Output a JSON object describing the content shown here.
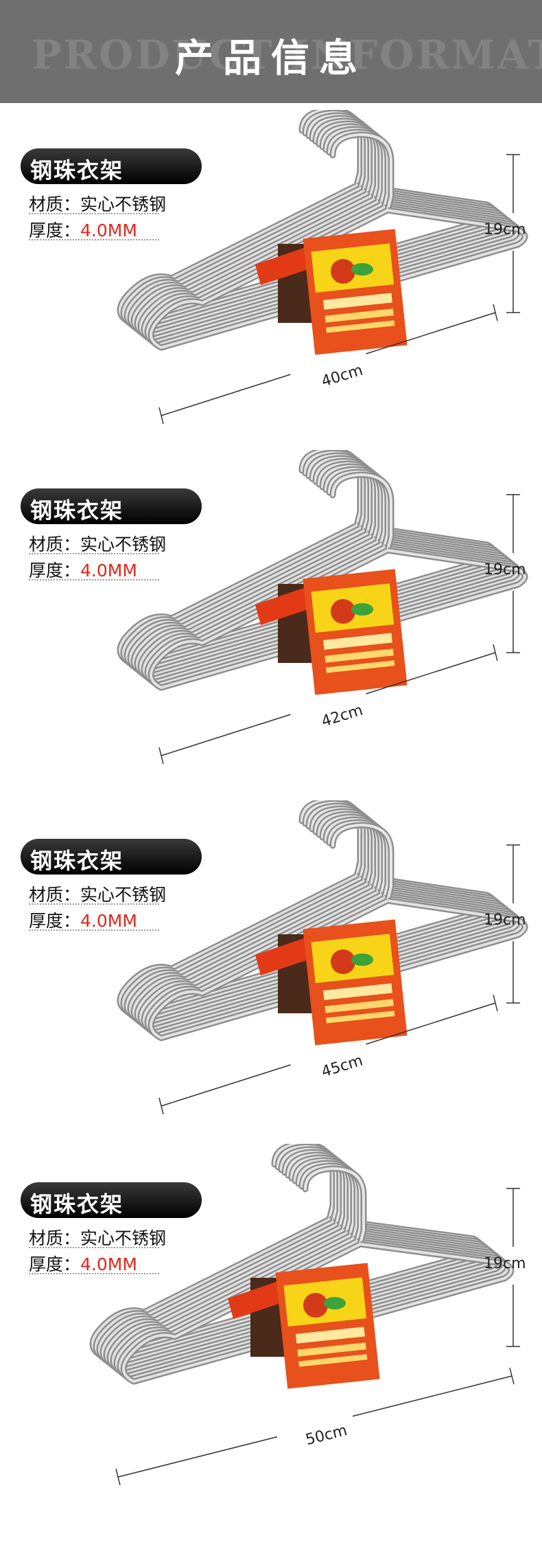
{
  "header": {
    "title": "产品信息",
    "bg_text": "PRODUCT INFORMATION"
  },
  "products": [
    {
      "name": "钢珠衣架",
      "material_label": "材质：",
      "material": "实心不锈钢",
      "thickness_label": "厚度：",
      "thickness": "4.0MM",
      "height": "19cm",
      "width": "40cm"
    },
    {
      "name": "钢珠衣架",
      "material_label": "材质：",
      "material": "实心不锈钢",
      "thickness_label": "厚度：",
      "thickness": "4.0MM",
      "height": "19cm",
      "width": "42cm"
    },
    {
      "name": "钢珠衣架",
      "material_label": "材质：",
      "material": "实心不锈钢",
      "thickness_label": "厚度：",
      "thickness": "4.0MM",
      "height": "19cm",
      "width": "45cm"
    },
    {
      "name": "钢珠衣架",
      "material_label": "材质：",
      "material": "实心不锈钢",
      "thickness_label": "厚度：",
      "thickness": "4.0MM",
      "height": "19cm",
      "width": "50cm"
    }
  ],
  "colors": {
    "header_bg": "#6f6f6f",
    "accent_red": "#e3251a",
    "tag_orange": "#e8501c",
    "tag_yellow": "#f7d417",
    "steel": "#b9b9b9"
  }
}
